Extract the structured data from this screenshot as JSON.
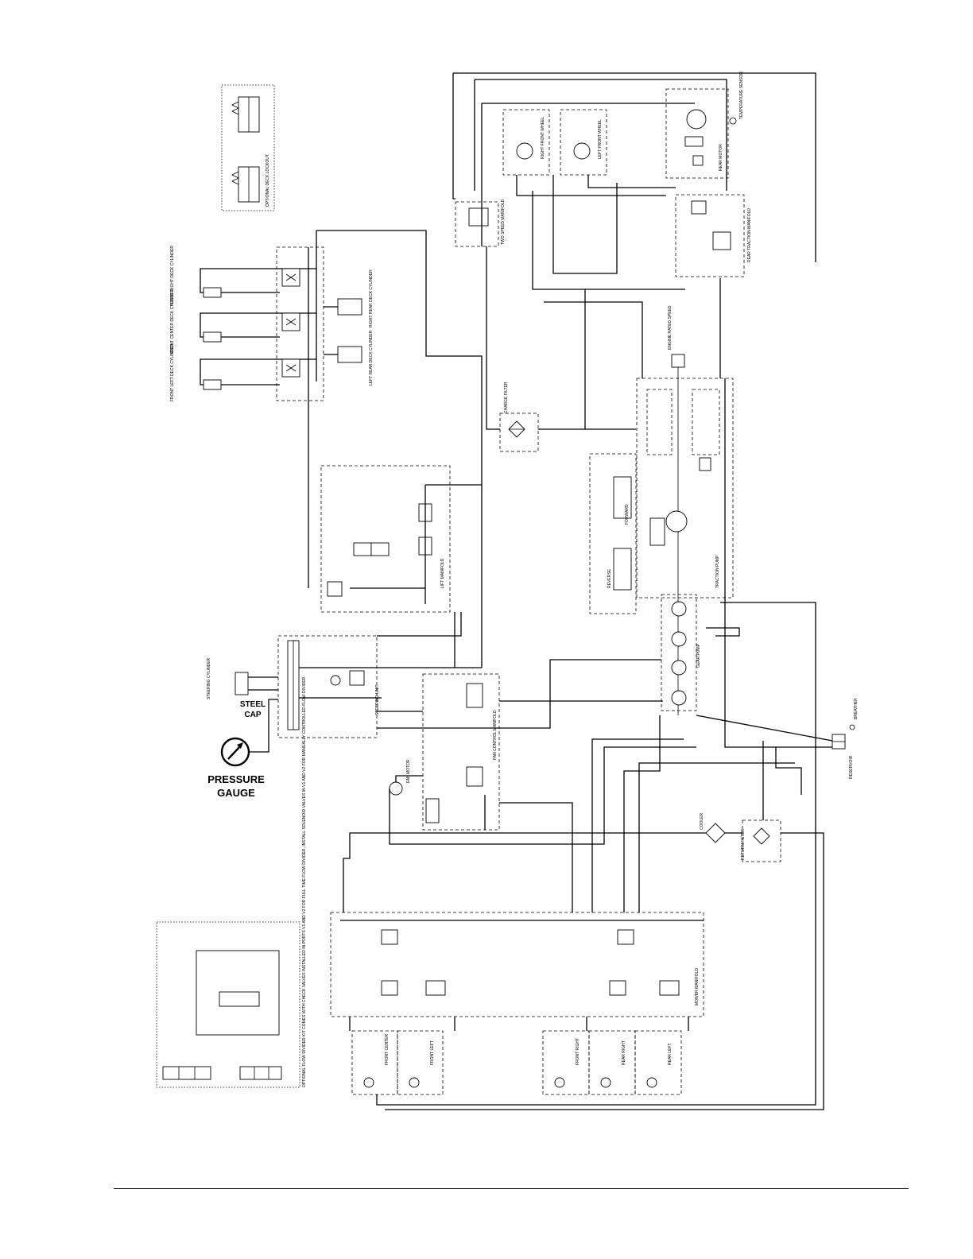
{
  "callouts": {
    "steel_cap": "STEEL\nCAP",
    "pressure_gauge": "PRESSURE\nGAUGE"
  },
  "labels": {
    "optional_deck_lockout": "OPTIONAL DECK LOCKOUT",
    "lift_manifold": "LIFT MANIFOLD",
    "fan_control_manifold": "FAN CONTROL MANIFOLD",
    "steering_unit": "STEERING UNIT",
    "steering_cylinder": "STEERING CYLINDER",
    "gear_pump": "GEAR PUMP",
    "traction_pump": "TRACTION PUMP",
    "rear_traction_manifold": "REAR TRACTION MANIFOLD",
    "two_speed_manifold": "TWO SPEED MANIFOLD",
    "rear_motor": "REAR MOTOR",
    "right_front_wheel": "RIGHT FRONT WHEEL",
    "left_front_wheel": "LEFT FRONT WHEEL",
    "mower_manifold": "MOWER MANIFOLD",
    "charge_filter": "CHARGE FILTER",
    "return_filter": "RETURN FILTER",
    "cooler": "COOLER",
    "reservoir": "RESERVOIR",
    "breather": "BREATHER",
    "fan_motor": "FAN MOTOR",
    "temperature_sensor": "TEMPERATURE SENSOR",
    "engine_speed": "ENGINE RATED SPEED",
    "flow_divider_note": "OPTIONAL FLOW DIVIDER KIT COMES WITH CHECK VALVES INSTALLED IN PORTS V1 AND V2 FOR FULL TIME FLOW DIVIDER, INSTALL SOLENOID VALVES IN V1 AND V2 FOR MANUALLY CONTROLLED FLOW DIVIDER",
    "front_left_cylinder": "FRONT LEFT DECK CYLINDER",
    "front_center_cylinder": "FRONT CENTER DECK CYLINDER",
    "front_right_cylinder": "FRONT RIGHT DECK CYLINDER",
    "left_rear_cylinder": "LEFT REAR DECK CYLINDER",
    "right_rear_cylinder": "RIGHT REAR DECK CYLINDER",
    "forward": "FORWARD",
    "reverse": "REVERSE",
    "front_center": "FRONT CENTER",
    "front_left": "FRONT LEFT",
    "front_right": "FRONT RIGHT",
    "rear_right": "REAR RIGHT",
    "rear_left": "REAR LEFT"
  }
}
